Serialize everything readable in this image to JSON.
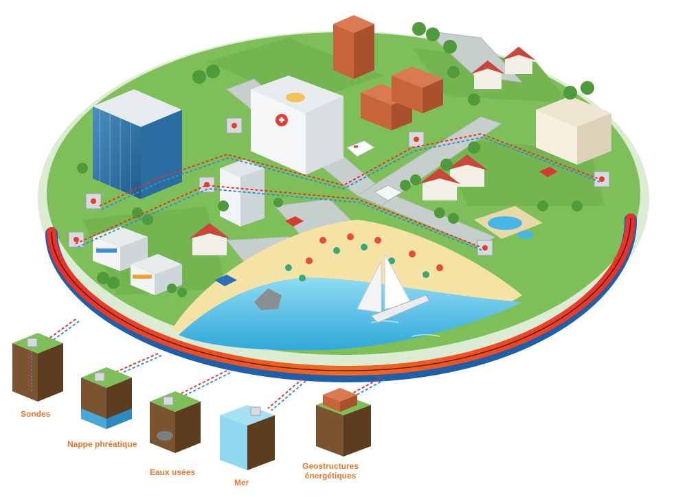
{
  "colors": {
    "label": "#e9762b",
    "grass": "#7fbf5a",
    "grass_dark": "#5f9e3e",
    "island_rim": "#d8ead0",
    "road": "#bfc7c4",
    "sand": "#f4e3a4",
    "sea": "#5cc7ea",
    "hot_loop": "#e8312a",
    "cold_loop": "#2f8fd6",
    "soil": "#6b4a2b",
    "water_cube": "#8fd8ef"
  },
  "sources": [
    {
      "label": "Sondes",
      "icon": "borehole-probe-icon"
    },
    {
      "label": "Nappe phréatique",
      "icon": "groundwater-icon"
    },
    {
      "label": "Eaux usées",
      "icon": "wastewater-pipe-icon"
    },
    {
      "label": "Mer",
      "icon": "sea-water-icon"
    },
    {
      "label": "Geostructures\nénergétiques",
      "icon": "energy-geostructure-icon"
    }
  ],
  "scene_icons": [
    "office-tower-icon",
    "hospital-icon",
    "ambulance-icon",
    "apartment-icon",
    "house-icon",
    "shop-icon",
    "townhall-icon",
    "pool-icon",
    "sailboat-icon",
    "car-icon",
    "van-icon",
    "tree-icon",
    "heat-pump-box-icon",
    "rock-icon",
    "beach-umbrella-icon"
  ]
}
